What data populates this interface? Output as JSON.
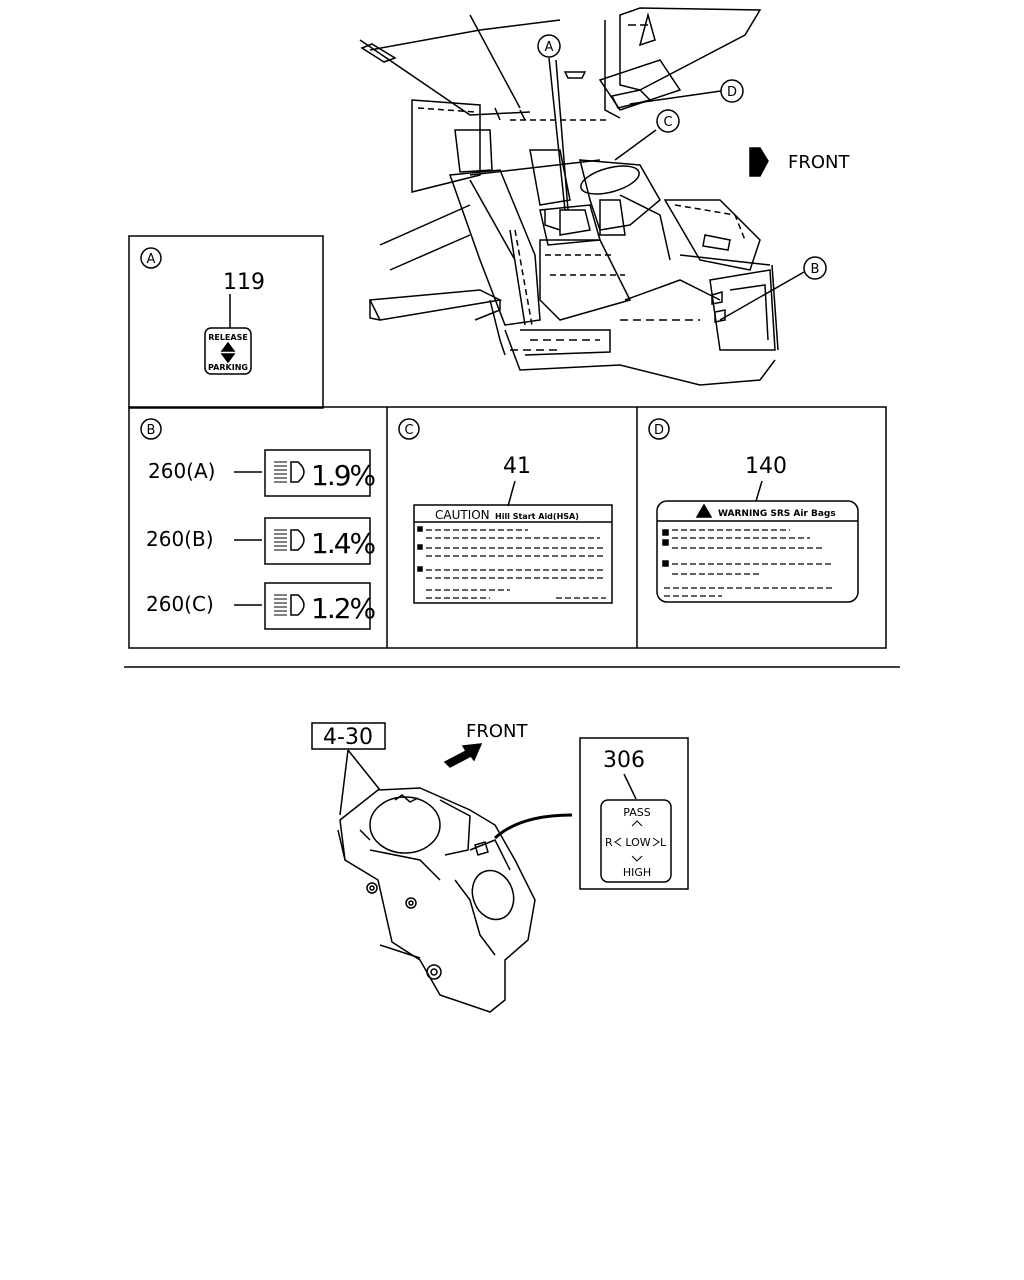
{
  "top_view": {
    "callouts": [
      "A",
      "B",
      "C",
      "D"
    ],
    "front_label": "FRONT"
  },
  "panel_a": {
    "marker": "A",
    "part_no": "119",
    "label_top": "RELEASE",
    "label_bottom": "PARKING"
  },
  "panel_b": {
    "marker": "B",
    "items": [
      {
        "ref": "260(A)",
        "value": "1.9%"
      },
      {
        "ref": "260(B)",
        "value": "1.4%"
      },
      {
        "ref": "260(C)",
        "value": "1.2%"
      }
    ]
  },
  "panel_c": {
    "marker": "C",
    "part_no": "41",
    "caution_word": "CAUTION",
    "caution_text": "Hill Start Aid(HSA)"
  },
  "panel_d": {
    "marker": "D",
    "part_no": "140",
    "warning_text": "WARNING SRS Air Bags"
  },
  "bottom_view": {
    "ref_box": "4-30",
    "front_label": "FRONT",
    "part_no": "306",
    "switch": {
      "pass": "PASS",
      "r": "R",
      "low": "LOW",
      "l": "L",
      "high": "HIGH"
    }
  }
}
